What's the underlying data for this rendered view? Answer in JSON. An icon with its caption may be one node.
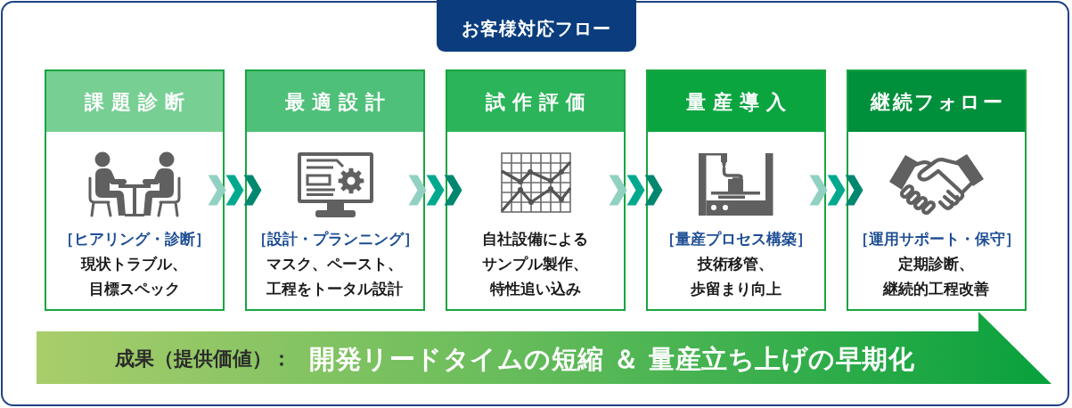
{
  "diagram": {
    "title": "お客様対応フロー",
    "nodes": [
      {
        "text": [
          "課題診断",
          "［ヒアリング・診断］",
          "現状トラブル、目標スペック"
        ]
      },
      {
        "text": [
          "最適設計",
          "［設計・プランニング］",
          "マスク、ペースト、工程をトータル設計"
        ]
      },
      {
        "text": [
          "試作評価",
          "自社設備によるサンプル製作、特性追い込み"
        ]
      },
      {
        "text": [
          "量産導入",
          "［量産プロセス構築］",
          "技術移管、歩留まり向上"
        ]
      },
      {
        "text": [
          "継続フォロー",
          "［運用サポート・保守］",
          "定期診断、継続的工程改善"
        ]
      },
      {
        "text": [
          "成果（提供価値）：",
          "開発リードタイムの短縮 ＆ 量産立ち上げの早期化"
        ]
      }
    ],
    "edges": [
      {
        "from": 0,
        "to": 1,
        "arrow": "to"
      },
      {
        "from": 1,
        "to": 2,
        "arrow": "to"
      },
      {
        "from": 2,
        "to": 3,
        "arrow": "to"
      },
      {
        "from": 3,
        "to": 4,
        "arrow": "to"
      }
    ]
  }
}
